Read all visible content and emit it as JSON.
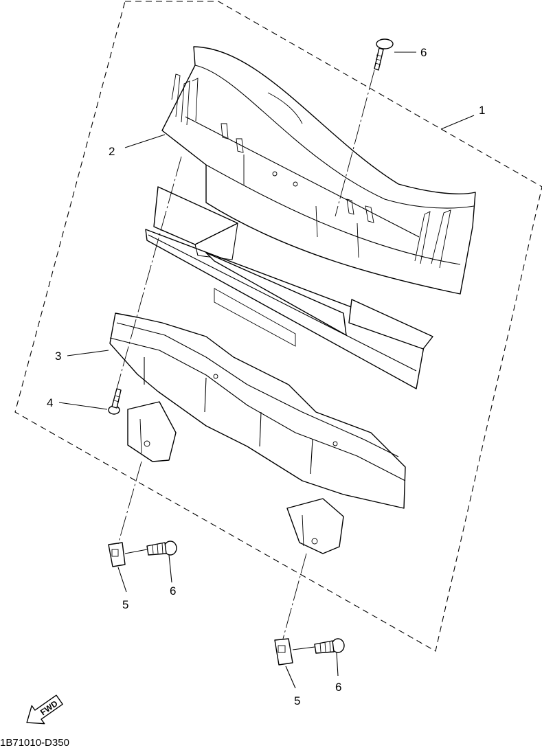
{
  "diagram": {
    "drawing_code": "1B71010-D350",
    "direction_label": "FWD",
    "callouts": {
      "assembly": "1",
      "cover": "2",
      "case": "3",
      "case_screw": "4",
      "nut_left": "5",
      "nut_right": "5",
      "top_screw": "6",
      "bolt_left": "6",
      "bolt_right": "6"
    }
  }
}
